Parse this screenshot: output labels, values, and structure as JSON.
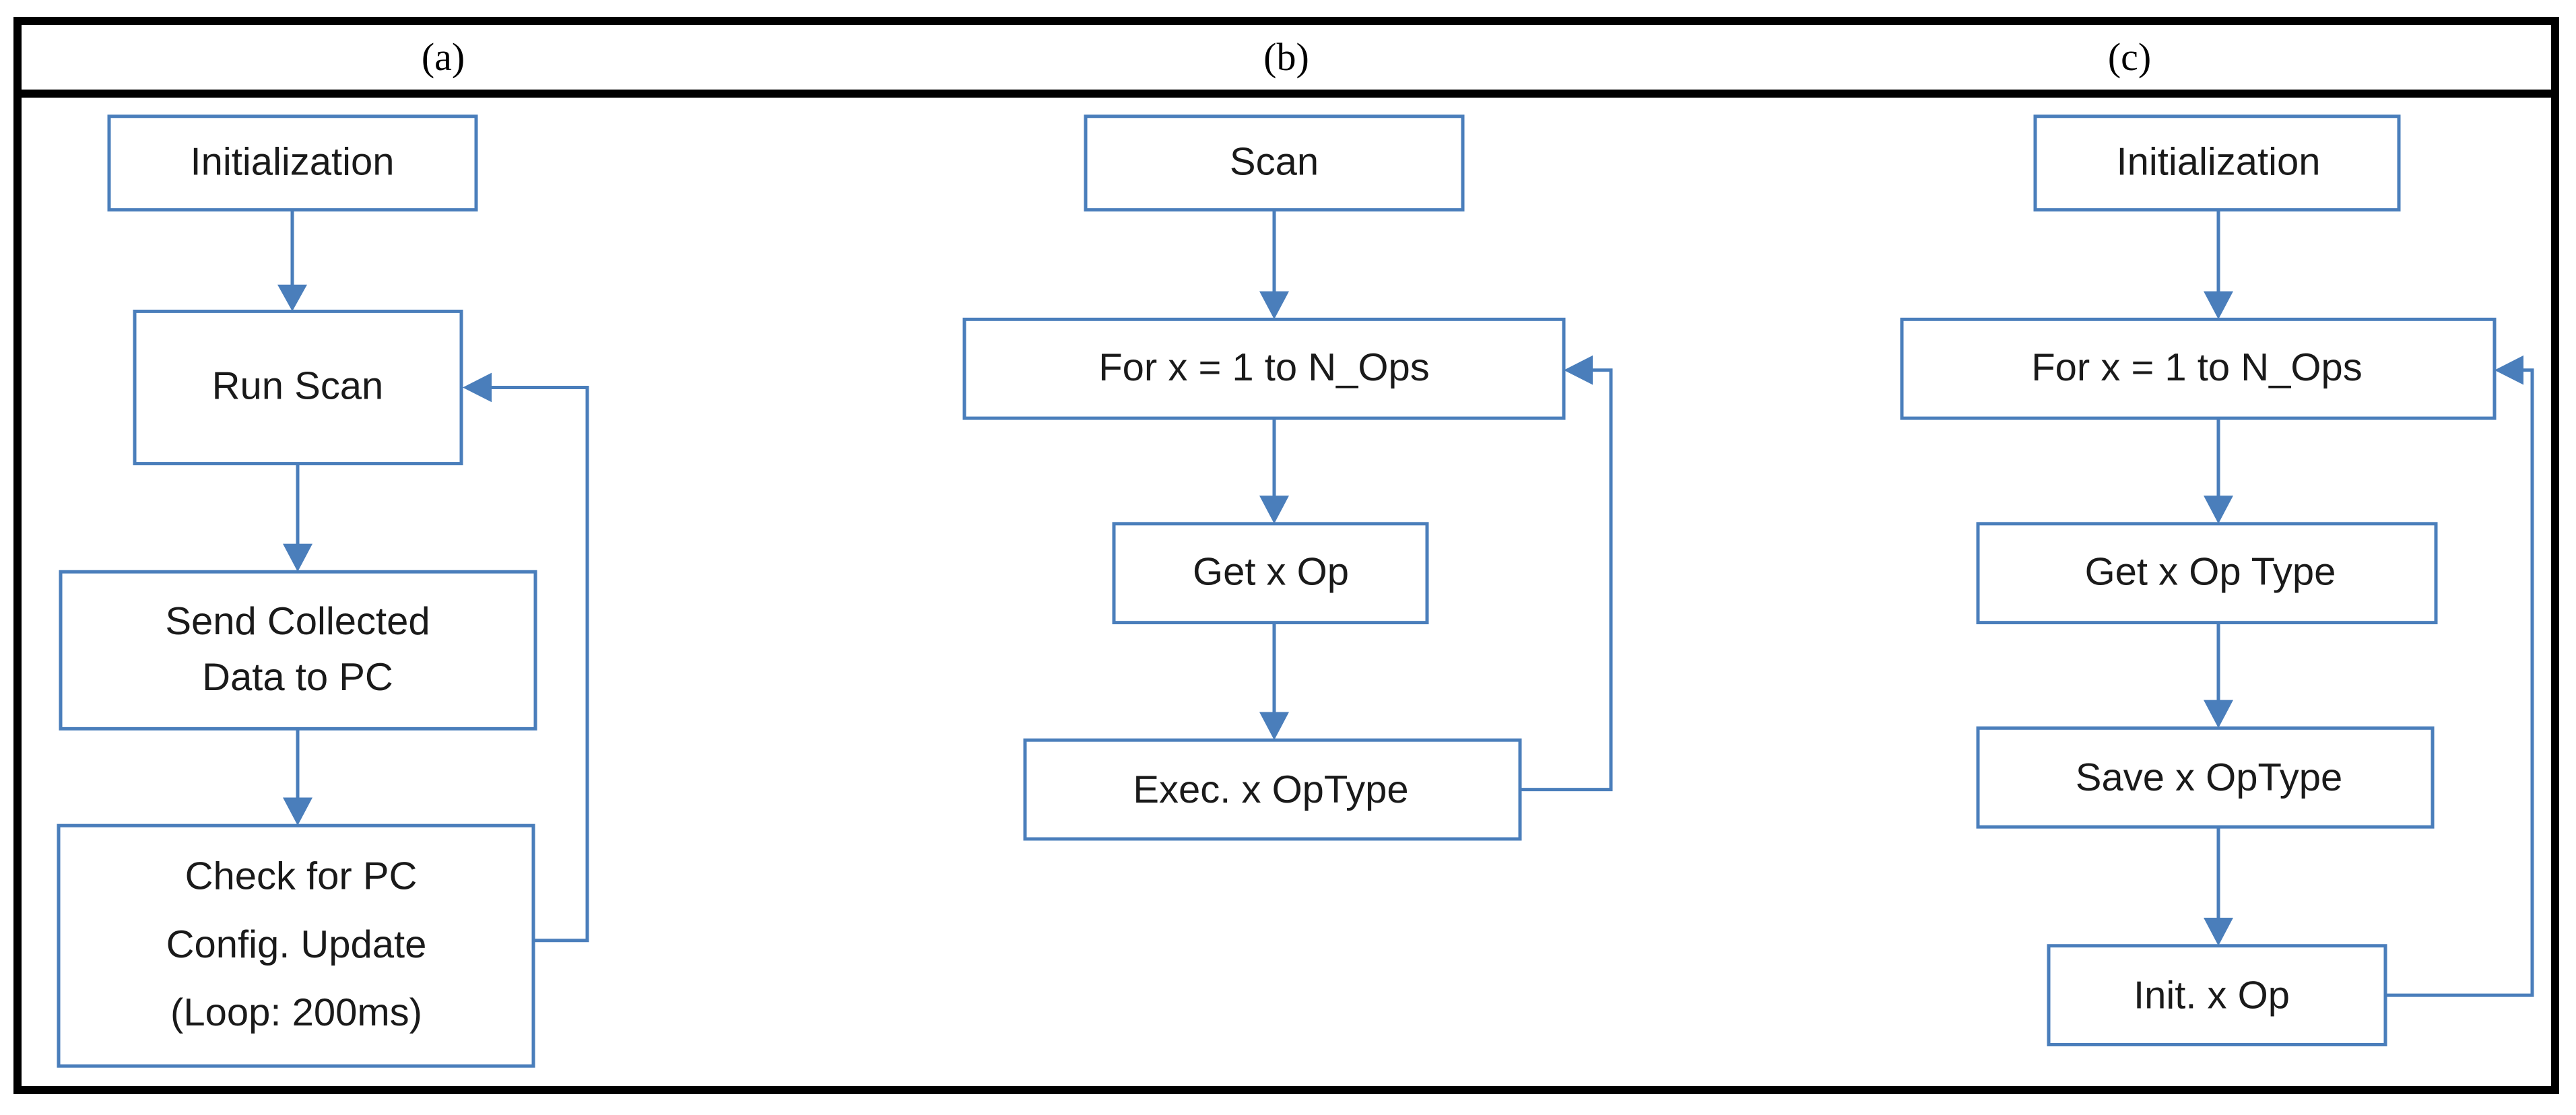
{
  "figure": {
    "columns": [
      {
        "id": "a",
        "header": "(a)",
        "nodes": [
          {
            "id": "a1",
            "label": "Initialization"
          },
          {
            "id": "a2",
            "label": "Run Scan"
          },
          {
            "id": "a3",
            "label_line1": "Send Collected",
            "label_line2": "Data to PC"
          },
          {
            "id": "a4",
            "label_line1": "Check for PC",
            "label_line2": "Config. Update",
            "label_line3": "(Loop: 200ms)"
          }
        ],
        "edges": [
          {
            "from": "a1",
            "to": "a2",
            "kind": "down-arrow"
          },
          {
            "from": "a2",
            "to": "a3",
            "kind": "down-arrow"
          },
          {
            "from": "a3",
            "to": "a4",
            "kind": "down-arrow"
          },
          {
            "from": "a4",
            "to": "a2",
            "kind": "loop-back-right"
          }
        ]
      },
      {
        "id": "b",
        "header": "(b)",
        "nodes": [
          {
            "id": "b1",
            "label": "Scan"
          },
          {
            "id": "b2",
            "label": "For x = 1 to N_Ops"
          },
          {
            "id": "b3",
            "label": "Get x Op"
          },
          {
            "id": "b4",
            "label": "Exec. x OpType"
          }
        ],
        "edges": [
          {
            "from": "b1",
            "to": "b2",
            "kind": "down-arrow"
          },
          {
            "from": "b2",
            "to": "b3",
            "kind": "down-arrow"
          },
          {
            "from": "b3",
            "to": "b4",
            "kind": "down-arrow"
          },
          {
            "from": "b4",
            "to": "b2",
            "kind": "loop-back-right"
          }
        ]
      },
      {
        "id": "c",
        "header": "(c)",
        "nodes": [
          {
            "id": "c1",
            "label": "Initialization"
          },
          {
            "id": "c2",
            "label": "For x = 1 to N_Ops"
          },
          {
            "id": "c3",
            "label": "Get x Op Type"
          },
          {
            "id": "c4",
            "label": "Save x OpType"
          },
          {
            "id": "c5",
            "label": "Init. x Op"
          }
        ],
        "edges": [
          {
            "from": "c1",
            "to": "c2",
            "kind": "down-arrow"
          },
          {
            "from": "c2",
            "to": "c3",
            "kind": "down-arrow"
          },
          {
            "from": "c3",
            "to": "c4",
            "kind": "down-arrow"
          },
          {
            "from": "c4",
            "to": "c5",
            "kind": "down-arrow"
          },
          {
            "from": "c5",
            "to": "c2",
            "kind": "loop-back-right"
          }
        ]
      }
    ],
    "colors": {
      "box_stroke": "#4a7ebb",
      "connector": "#4a7ebb",
      "frame": "#000000",
      "text": "#1a1a1a",
      "background": "#ffffff"
    }
  }
}
